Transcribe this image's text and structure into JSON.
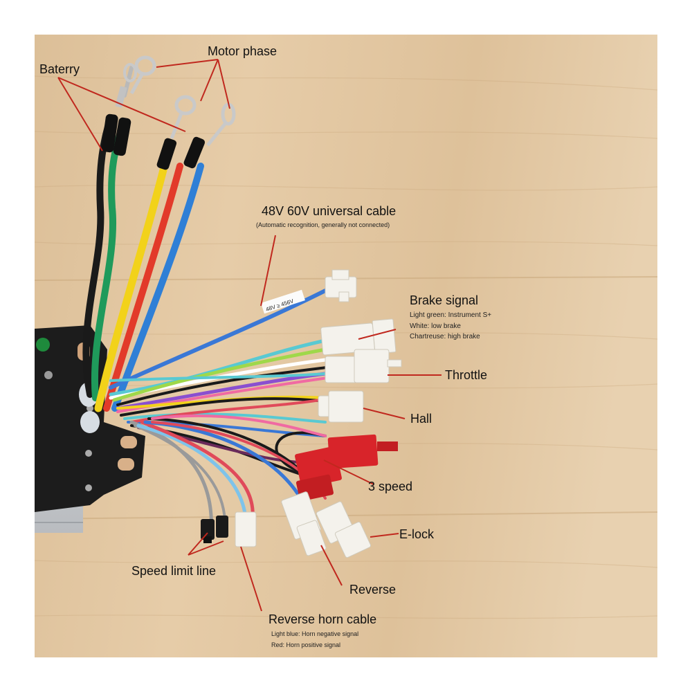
{
  "labels": {
    "battery": "Baterry",
    "motor_phase": "Motor phase",
    "universal_cable": "48V 60V universal cable",
    "universal_cable_note": "(Automatic recognition, generally not connected)",
    "brake_signal": "Brake signal",
    "brake_notes": [
      "Light green: Instrument S+",
      "White: low brake",
      "Chartreuse: high brake"
    ],
    "throttle": "Throttle",
    "hall": "Hall",
    "three_speed": "3 speed",
    "elock": "E-lock",
    "speed_limit": "Speed limit line",
    "reverse": "Reverse",
    "reverse_horn": "Reverse horn cable",
    "horn_notes": [
      "Light blue: Horn negative signal",
      "Red: Horn positive signal"
    ]
  },
  "controller_sticker": "48V ≥ 456V",
  "colors": {
    "leader_line": "#c0281e",
    "wood": "#e2c7a0",
    "connector_white": "#f4f2ec",
    "connector_red": "#d8242a",
    "controller_body": "#c9ccd0",
    "bracket": "#1c1c1c"
  },
  "wire_colors": {
    "battery": [
      "#1a1a1a",
      "#1f9a5b"
    ],
    "motor_phase": [
      "#f2d21a",
      "#e23a2a",
      "#2f7fd6"
    ],
    "signal": [
      "#3a78d6",
      "#8a4fd0",
      "#59c9d2",
      "#ffffff",
      "#f06aa2",
      "#1a1a1a",
      "#9a9a9a",
      "#7ec3ea",
      "#e04a5a"
    ]
  }
}
